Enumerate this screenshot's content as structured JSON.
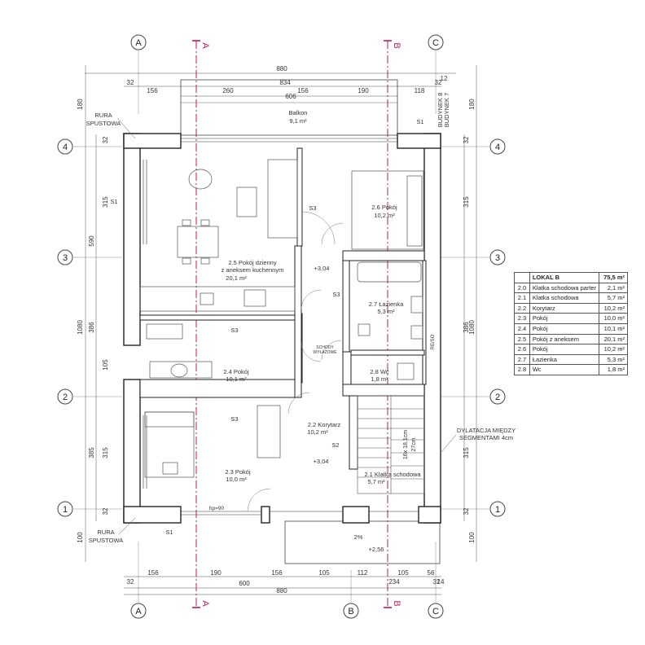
{
  "axes": {
    "top_letters": [
      "A",
      "A",
      "B",
      "C"
    ],
    "bottom_letters": [
      "A",
      "A",
      "B",
      "B",
      "C"
    ],
    "rows": [
      "4",
      "3",
      "2",
      "1"
    ]
  },
  "top_dims": {
    "total": "880",
    "inner": "834",
    "balcony": "606",
    "row1": [
      "32",
      "156",
      "260",
      "156",
      "190",
      "118",
      "32"
    ],
    "end_12": "12"
  },
  "bottom_dims": {
    "row1": [
      "32",
      "156",
      "190",
      "156",
      "105",
      "112",
      "105",
      "56",
      "32"
    ],
    "row2": [
      "600",
      "234",
      "14"
    ],
    "total": "880"
  },
  "left_dims": [
    "180",
    "32",
    "315",
    "590",
    "1080",
    "386",
    "105",
    "315",
    "385",
    "32",
    "100"
  ],
  "right_dims": [
    "180",
    "32",
    "315",
    "386",
    "1080",
    "315",
    "32",
    "100"
  ],
  "rooms": [
    {
      "name": "Balkon",
      "area": "9,1 m²"
    },
    {
      "name": "2.5 Pokój dzienny",
      "line2": "z aneksem kuchennym",
      "area": "20,1 m²"
    },
    {
      "name": "2.6 Pokój",
      "area": "10,2 m²"
    },
    {
      "name": "2.7 Łazienka",
      "area": "5,3 m²"
    },
    {
      "name": "2.4 Pokój",
      "area": "10,1 m²"
    },
    {
      "name": "2.8 Wc",
      "area": "1,8 m²"
    },
    {
      "name": "2.2 Korytarz",
      "area": "10,2 m²"
    },
    {
      "name": "2.3 Pokój",
      "area": "10,0 m²"
    },
    {
      "name": "2.1 Klatka schodowa",
      "area": "5,7 m²"
    }
  ],
  "notes": {
    "rura_top": [
      "RURA",
      "SPUSTOWA"
    ],
    "rura_bottom": [
      "RURA",
      "SPUSTOWA"
    ],
    "budynek": [
      "BUDYNEK 8",
      "BUDYNEK 7"
    ],
    "dylatacja": [
      "DYLATACJA MIĘDZY",
      "SEGMENTAMI 4cm"
    ],
    "schody": [
      "SCHODY",
      "WYŁAZOWE"
    ],
    "stairs": [
      "16x 18,1cm",
      "27cm"
    ],
    "level": "+3,04",
    "level2": "+2,56",
    "slope": "2%",
    "hp": "hp=90",
    "s1": "S1",
    "s2": "S2",
    "s3": "S3",
    "reiso": "RE/SO"
  },
  "legend": {
    "title": "LOKAL B",
    "total": "75,5 m²",
    "rows": [
      {
        "no": "2.0",
        "name": "Klatka schodowa parter",
        "area": "2,1 m²"
      },
      {
        "no": "2.1",
        "name": "Klatka schodowa",
        "area": "5,7 m²"
      },
      {
        "no": "2.2",
        "name": "Korytarz",
        "area": "10,2 m²"
      },
      {
        "no": "2.3",
        "name": "Pokój",
        "area": "10,0 m²"
      },
      {
        "no": "2.4",
        "name": "Pokój",
        "area": "10,1 m²"
      },
      {
        "no": "2.5",
        "name": "Pokój z aneksem",
        "area": "20,1 m²"
      },
      {
        "no": "2.6",
        "name": "Pokój",
        "area": "10,2 m²"
      },
      {
        "no": "2.7",
        "name": "Łazienka",
        "area": "5,3 m²"
      },
      {
        "no": "2.8",
        "name": "Wc",
        "area": "1,8 m²"
      }
    ]
  },
  "colors": {
    "section": "#c2185b",
    "wall": "#ffffff",
    "line": "#333333"
  }
}
